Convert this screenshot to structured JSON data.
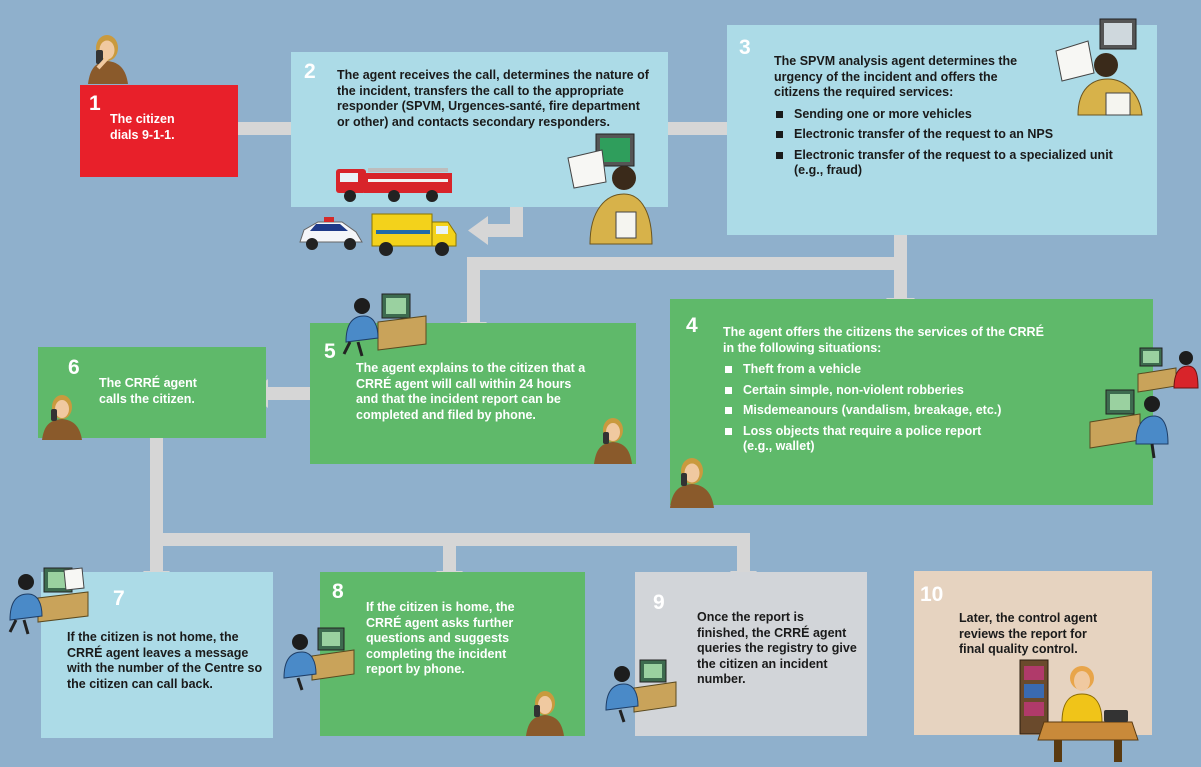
{
  "colors": {
    "background": "#8fb0cc",
    "step_red": "#e8202a",
    "step_light_blue": "#acdbe7",
    "step_green": "#5fb96a",
    "step_grey": "#d2d5d9",
    "step_beige": "#e6d3c0",
    "connector": "#d6d6d6"
  },
  "steps": [
    {
      "number": "1",
      "text": "The citizen dials 9-1-1."
    },
    {
      "number": "2",
      "text": "The agent receives the call, determines the nature of the incident, transfers the call to the appropriate responder (SPVM, Urgences-santé, fire department or other) and contacts secondary responders."
    },
    {
      "number": "3",
      "text": "The SPVM analysis agent determines the urgency of the incident and offers the citizens the required services:",
      "bullets": [
        "Sending one or more vehicles",
        "Electronic transfer of the request to an NPS",
        "Electronic transfer of the request to a specialized unit (e.g., fraud)"
      ]
    },
    {
      "number": "4",
      "text": "The agent offers the citizens the services of the CRRÉ in the following situations:",
      "bullets": [
        "Theft from a vehicle",
        "Certain simple, non-violent robberies",
        "Misdemeanours (vandalism, breakage, etc.)",
        "Loss objects that require a police report (e.g., wallet)"
      ]
    },
    {
      "number": "5",
      "text": "The agent explains to the citizen that a CRRÉ agent will call within 24 hours and that the incident report can be completed and filed by phone."
    },
    {
      "number": "6",
      "text": "The CRRÉ agent calls the citizen."
    },
    {
      "number": "7",
      "text": "If the citizen is not home, the CRRÉ agent leaves a message with the number of the Centre so the citizen can call back."
    },
    {
      "number": "8",
      "text": "If the citizen is home, the CRRÉ agent asks further questions and suggests completing the incident report by phone."
    },
    {
      "number": "9",
      "text": "Once the report is finished, the CRRÉ agent queries the registry to give the citizen an incident number."
    },
    {
      "number": "10",
      "text": "Later, the control agent reviews the report for final quality control."
    }
  ],
  "illustrations": [
    "woman-on-phone-icon",
    "office-worker-at-computer-icon",
    "fire-truck-icon",
    "police-car-icon",
    "ambulance-icon",
    "man-reading-report-icon",
    "call-centre-agent-icon",
    "control-agent-desk-icon"
  ]
}
